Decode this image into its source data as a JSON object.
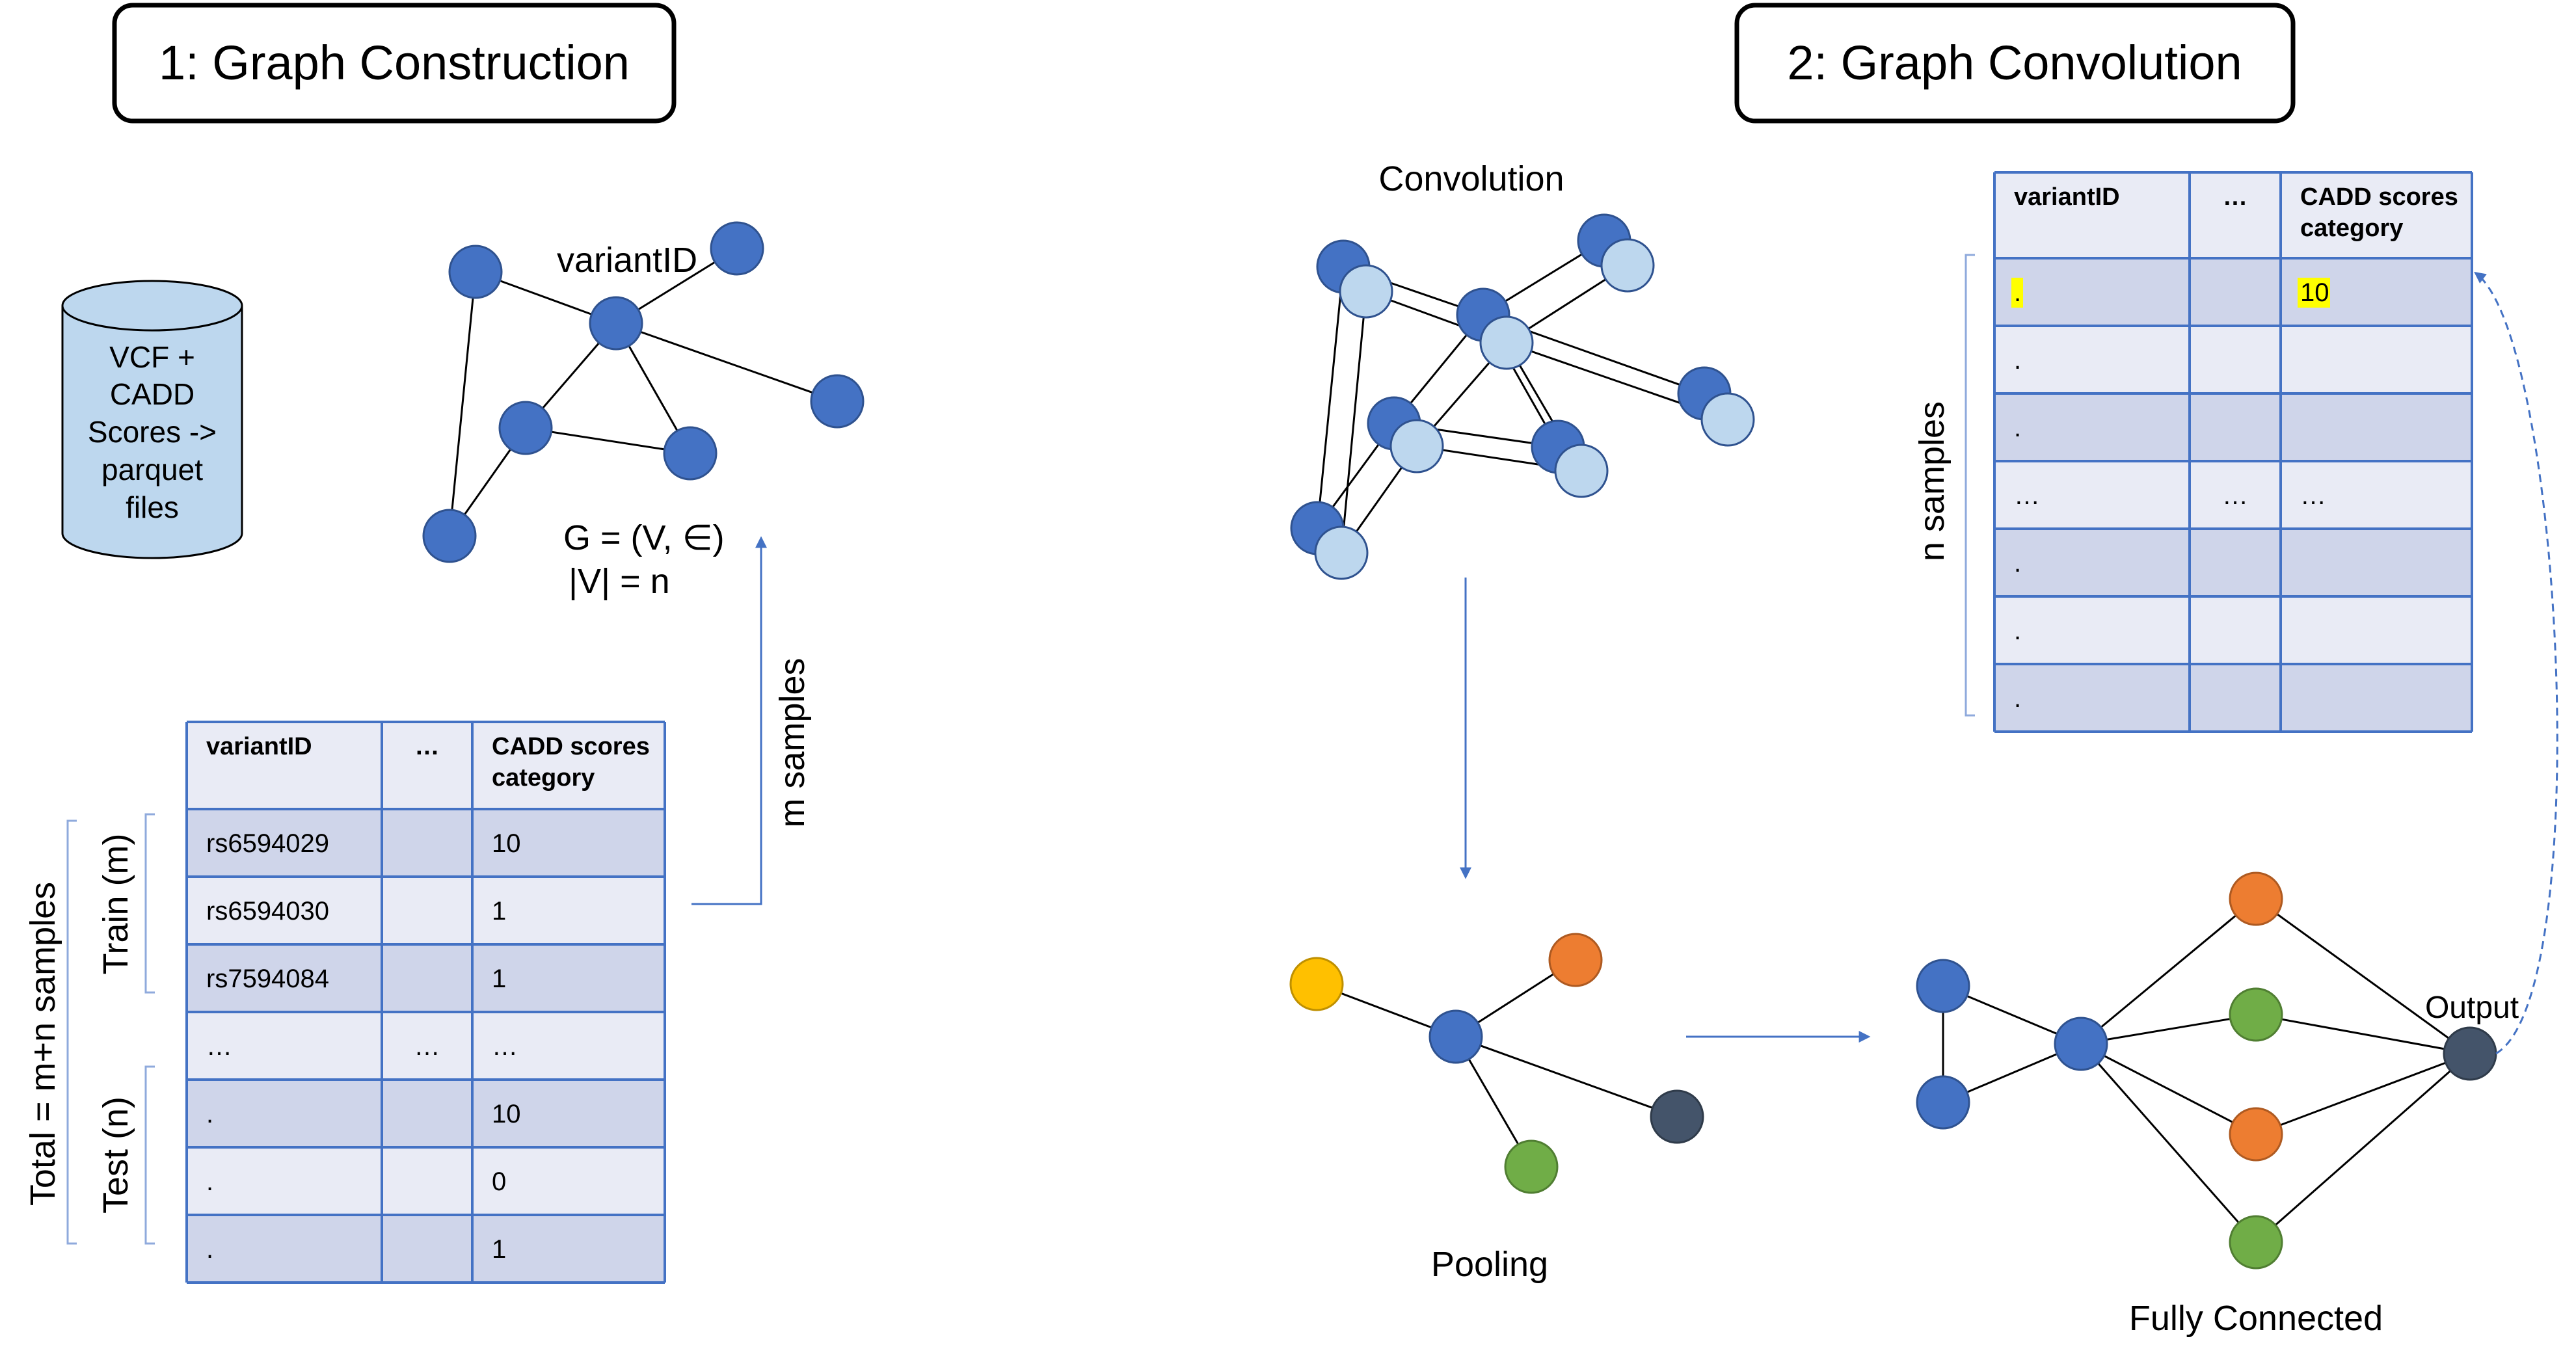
{
  "section1": {
    "title": "1: Graph Construction",
    "database_label": [
      "VCF +",
      "CADD",
      "Scores ->",
      "parquet",
      "files"
    ],
    "graph_label": "variantID",
    "graph_formula_1": "G = (V, ∈)",
    "graph_formula_2": "|V| = n",
    "m_samples_label": "m samples",
    "total_label": "Total = m+n samples",
    "train_label": "Train (m)",
    "test_label": "Test (n)",
    "table": {
      "headers": [
        "variantID",
        "…",
        "CADD scores category"
      ],
      "rows": [
        [
          "rs6594029",
          "",
          "10"
        ],
        [
          "rs6594030",
          "",
          "1"
        ],
        [
          "rs7594084",
          "",
          "1"
        ],
        [
          "…",
          "…",
          "…"
        ],
        [
          ".",
          "",
          "10"
        ],
        [
          ".",
          "",
          "0"
        ],
        [
          ".",
          "",
          "1"
        ]
      ]
    }
  },
  "section2": {
    "title": "2: Graph Convolution",
    "convolution_label": "Convolution",
    "pooling_label": "Pooling",
    "fully_connected_label": "Fully Connected",
    "output_label": "Output",
    "n_samples_label": "n samples",
    "table": {
      "headers": [
        "variantID",
        "…",
        "CADD scores category"
      ],
      "rows": [
        [
          ".",
          "",
          "10"
        ],
        [
          ".",
          "",
          ""
        ],
        [
          ".",
          "",
          ""
        ],
        [
          "…",
          "…",
          "…"
        ],
        [
          ".",
          "",
          ""
        ],
        [
          ".",
          "",
          ""
        ],
        [
          ".",
          "",
          ""
        ]
      ],
      "highlight_color": "#ffff00"
    }
  },
  "colors": {
    "node_blue": "#4472c4",
    "node_light_blue": "#bdd7ee",
    "node_orange": "#ed7d31",
    "node_yellow": "#ffc000",
    "node_green": "#70ad47",
    "node_dark": "#44546a",
    "table_border": "#4472c4",
    "table_header": "#e9ebf5",
    "table_row_dark": "#cfd5ea",
    "table_row_light": "#e9ebf5",
    "arrow": "#4472c4"
  }
}
